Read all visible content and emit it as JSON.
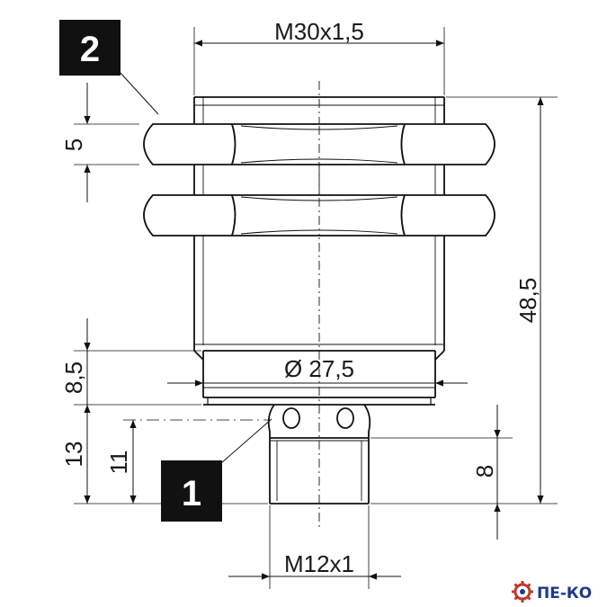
{
  "drawing": {
    "dimensions": {
      "top_thread": "M30x1,5",
      "nut_thickness": "5",
      "total_length": "48,5",
      "collar_height": "8,5",
      "collar_diameter": "Ø 27,5",
      "connector_offset": "13",
      "connector_height": "11",
      "thread_length": "8",
      "bottom_thread": "M12x1"
    },
    "callouts": {
      "nut": "2",
      "connector": "1"
    }
  },
  "logo": {
    "text": "ПЕ-КО",
    "gear_color": "#c0392b",
    "text_color": "#1f3a8a"
  }
}
